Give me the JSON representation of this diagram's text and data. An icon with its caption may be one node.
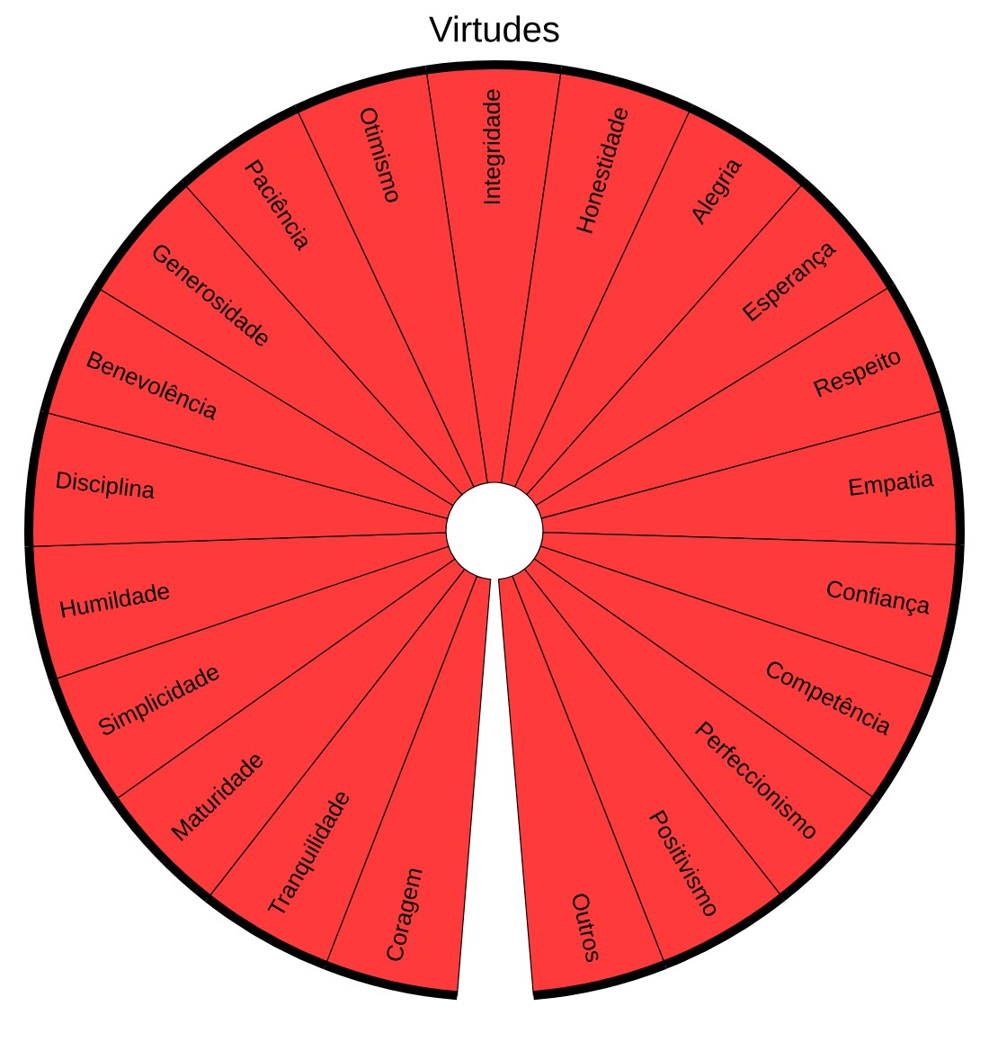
{
  "diagram": {
    "title": "Virtudes",
    "nodes": [
      {
        "text": [
          "Integridade"
        ]
      },
      {
        "text": [
          "Honestidade"
        ]
      },
      {
        "text": [
          "Alegria"
        ]
      },
      {
        "text": [
          "Esperança"
        ]
      },
      {
        "text": [
          "Respeito"
        ]
      },
      {
        "text": [
          "Empatia"
        ]
      },
      {
        "text": [
          "Confiança"
        ]
      },
      {
        "text": [
          "Competência"
        ]
      },
      {
        "text": [
          "Perfeccionismo"
        ]
      },
      {
        "text": [
          "Positivismo"
        ]
      },
      {
        "text": [
          "Outros"
        ]
      },
      {
        "text": [
          "Coragem"
        ]
      },
      {
        "text": [
          "Tranquilidade"
        ]
      },
      {
        "text": [
          "Maturidade"
        ]
      },
      {
        "text": [
          "Simplicidade"
        ]
      },
      {
        "text": [
          "Humildade"
        ]
      },
      {
        "text": [
          "Disciplina"
        ]
      },
      {
        "text": [
          "Benevolência"
        ]
      },
      {
        "text": [
          "Generosidade"
        ]
      },
      {
        "text": [
          "Paciência"
        ]
      },
      {
        "text": [
          "Otimismo"
        ]
      }
    ]
  }
}
